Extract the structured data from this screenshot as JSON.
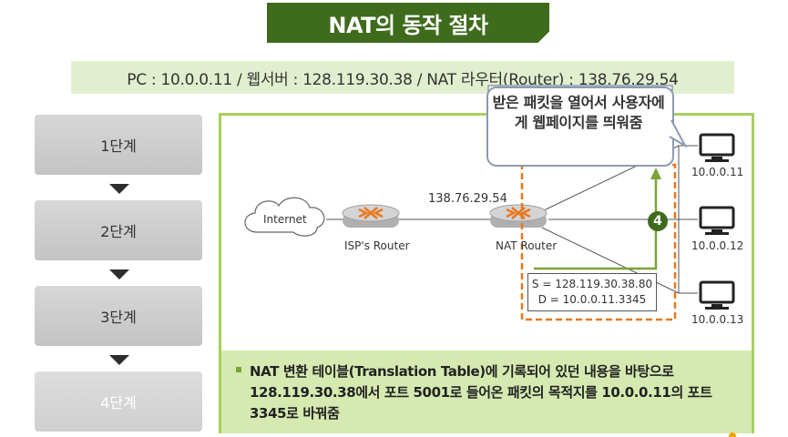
{
  "title": "NAT의 동작 절차",
  "info_bar": "PC : 10.0.0.11 / 웹서버 : 128.119.30.38 / NAT 라우터(Router) : 138.76.29.54",
  "steps": [
    {
      "label": "1단계",
      "active": false
    },
    {
      "label": "2단계",
      "active": false
    },
    {
      "label": "3단계",
      "active": false
    },
    {
      "label": "4단계",
      "active": true
    }
  ],
  "diagram": {
    "internet_label": "Internet",
    "isp_router_label": "ISP's Router",
    "nat_router_label": "NAT Router",
    "nat_ip": "138.76.29.54",
    "pcs": [
      "10.0.0.11",
      "10.0.0.12",
      "10.0.0.13"
    ],
    "packet": {
      "source": "S = 128.119.30.38.80",
      "dest": "D = 10.0.0.11.3345"
    },
    "step_number": "4",
    "callout": "받은 패킷을 열어서 사용자에게 웹페이지를 띄워줌"
  },
  "note": "NAT 변환 테이블(Translation Table)에 기록되어 있던 내용을 바탕으로 128.119.30.38에서 포트 5001로 들어온 패킷의 목적지를 10.0.0.11의 포트 3345로 바꿔줌",
  "colors": {
    "banner": "#3f6b1d",
    "info_bar_bg": "#e2efcf",
    "frame": "#a8cf5a",
    "note_bg": "#d6e9b1",
    "callout_border": "#8a9ab0",
    "highlight_dash": "#e8781e",
    "router_icon": "#e8781e",
    "packet_arrow": "#7aa435"
  }
}
